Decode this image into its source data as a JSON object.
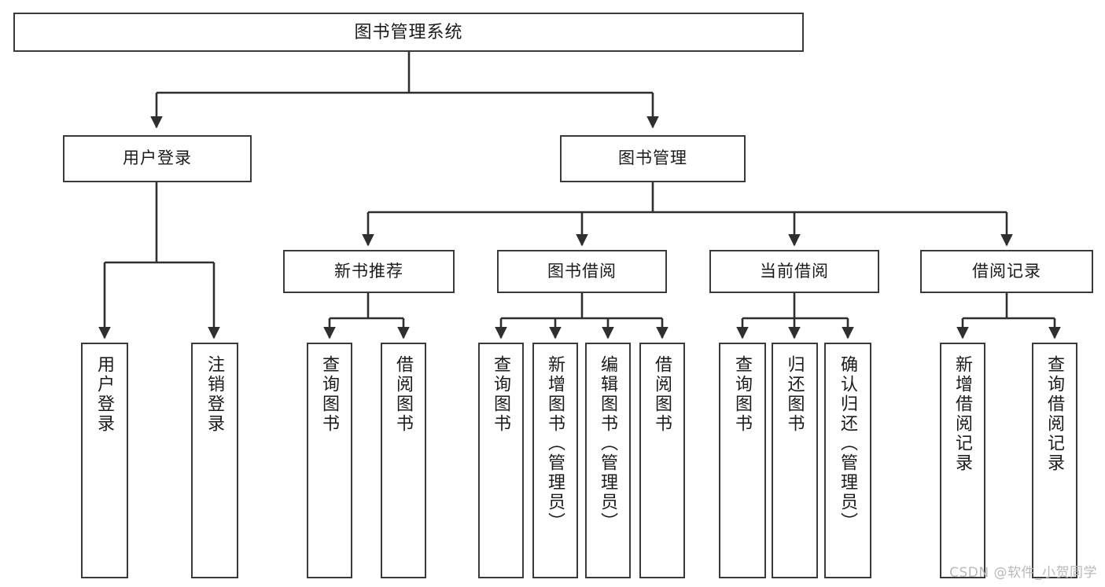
{
  "diagram": {
    "title": "图书管理系统",
    "type": "tree-functional-structure",
    "colors": {
      "stroke": "#3a3a3a",
      "fill": "#ffffff",
      "text": "#1b1b1b",
      "watermark": "#b9b9b9"
    }
  },
  "nodes": {
    "root": {
      "label": "图书管理系统"
    },
    "level2": [
      {
        "id": "user-login",
        "label": "用户登录"
      },
      {
        "id": "book-manage",
        "label": "图书管理"
      }
    ],
    "level3": [
      {
        "id": "new-book-recommend",
        "label": "新书推荐"
      },
      {
        "id": "book-borrow",
        "label": "图书借阅"
      },
      {
        "id": "current-borrow",
        "label": "当前借阅"
      },
      {
        "id": "borrow-record",
        "label": "借阅记录"
      }
    ],
    "leaves": {
      "user_login": [
        {
          "id": "leaf-user-login",
          "label": "用户登录"
        },
        {
          "id": "leaf-logout-login",
          "label": "注销登录"
        }
      ],
      "new_book_recommend": [
        {
          "id": "leaf-query-book-1",
          "label": "查询图书"
        },
        {
          "id": "leaf-borrow-book-1",
          "label": "借阅图书"
        }
      ],
      "book_borrow": [
        {
          "id": "leaf-query-book-2",
          "label": "查询图书"
        },
        {
          "id": "leaf-add-book",
          "label": "新增图书（管理员）"
        },
        {
          "id": "leaf-edit-book",
          "label": "编辑图书（管理员）"
        },
        {
          "id": "leaf-borrow-book-2",
          "label": "借阅图书"
        }
      ],
      "current_borrow": [
        {
          "id": "leaf-query-book-3",
          "label": "查询图书"
        },
        {
          "id": "leaf-return-book",
          "label": "归还图书"
        },
        {
          "id": "leaf-confirm-return",
          "label": "确认归还（管理员）"
        }
      ],
      "borrow_record": [
        {
          "id": "leaf-add-record",
          "label": "新增借阅记录"
        },
        {
          "id": "leaf-query-record",
          "label": "查询借阅记录"
        }
      ]
    }
  },
  "watermark": {
    "text": "CSDN @软件_小贺同学"
  }
}
